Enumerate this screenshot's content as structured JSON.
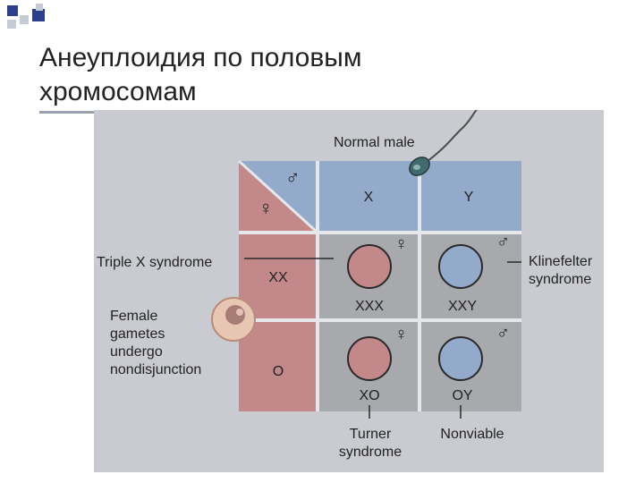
{
  "slide": {
    "title_lines": [
      "Анеуплоидия по половым",
      "хромосомам"
    ],
    "accent_colors": {
      "bullet_blue": "#2c3f8a",
      "bullet_grey": "#c6cbd6"
    }
  },
  "diagram": {
    "top_label": "Normal male",
    "male_symbol": "♂",
    "female_symbol": "♀",
    "male_gametes": [
      "X",
      "Y"
    ],
    "female_gametes": [
      "XX",
      "O"
    ],
    "offspring": {
      "xxx": {
        "label": "XXX",
        "sex": "♀"
      },
      "xxy": {
        "label": "XXY",
        "sex": "♂"
      },
      "xo": {
        "label": "XO",
        "sex": "♀"
      },
      "oy": {
        "label": "OY",
        "sex": "♂"
      }
    },
    "left_labels": {
      "triple_x": "Triple X syndrome",
      "female_gametes": [
        "Female",
        "gametes",
        "undergo",
        "nondisjunction"
      ]
    },
    "right_labels": {
      "klinefelter": [
        "Klinefelter",
        "syndrome"
      ]
    },
    "bottom_labels": {
      "turner": [
        "Turner",
        "syndrome"
      ],
      "nonviable": "Nonviable"
    },
    "colors": {
      "figure_bg": "#c9cbd0",
      "female_pink": "#c3898a",
      "male_blue": "#93aacb",
      "cell_grey": "#a7a9ad",
      "line_white": "#e6e7ea"
    }
  }
}
